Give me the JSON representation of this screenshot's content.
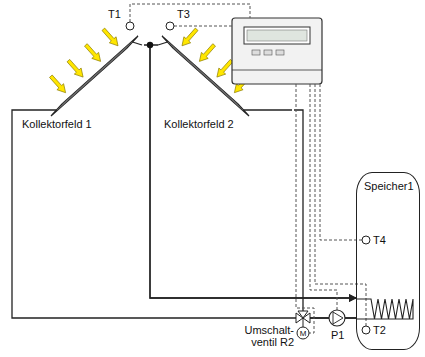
{
  "diagram": {
    "nodes": [
      {
        "text": [
          "Kollektorfeld 1"
        ]
      },
      {
        "text": [
          "Kollektorfeld 2"
        ]
      },
      {
        "text": [
          "Speicher1"
        ]
      }
    ],
    "edges": [
      {
        "from": 0,
        "to": 2,
        "arrow": "to"
      },
      {
        "from": 1,
        "to": 2,
        "arrow": "to"
      },
      {
        "from": 2,
        "to": 0,
        "arrow": "none"
      },
      {
        "from": 2,
        "to": 1,
        "arrow": "none"
      }
    ],
    "labels": [
      "T1",
      "T3",
      "T4",
      "T2",
      "Umschalt- ventil R2",
      "P1",
      "M"
    ]
  }
}
